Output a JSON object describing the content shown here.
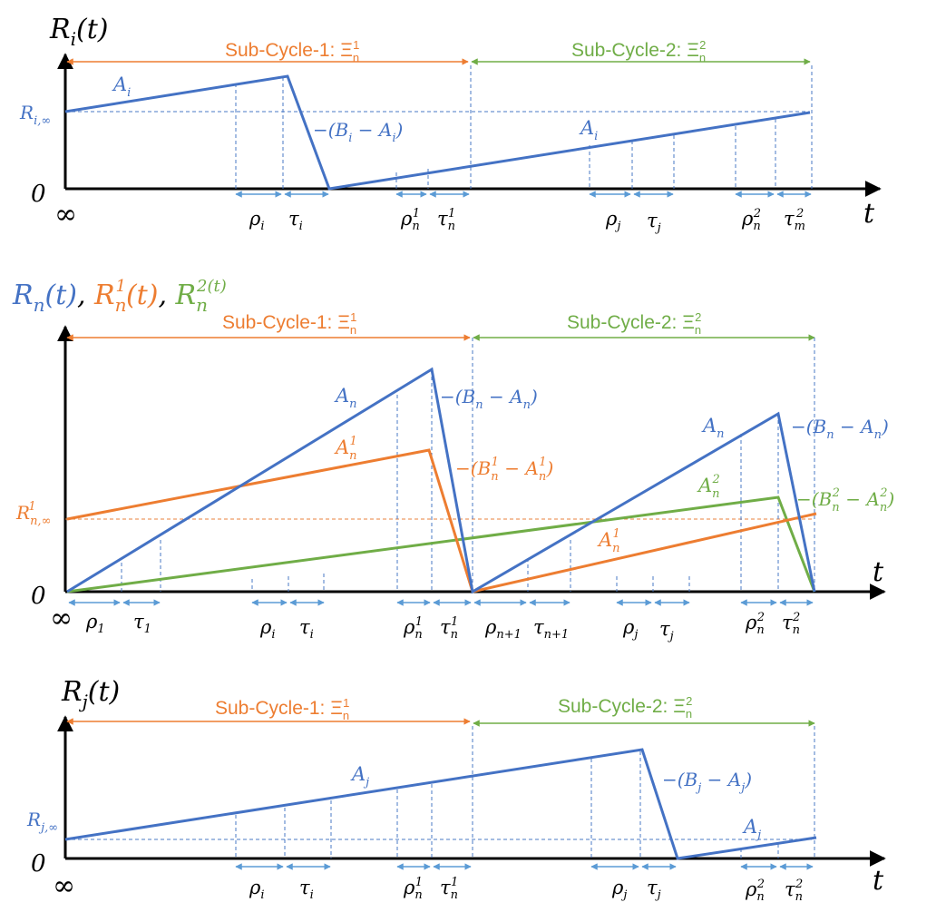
{
  "colors": {
    "blue": "#4472c4",
    "orange": "#ed7d31",
    "green": "#70ad47",
    "black": "#000000"
  },
  "panel1": {
    "ylabel": "R_i(t)",
    "zero": "0",
    "infty": "∞",
    "t": "t",
    "sub1": "Sub-Cycle-1: Ξ",
    "sub2": "Sub-Cycle-2: Ξ",
    "r_inf": "R",
    "A_i_1": "A",
    "A_i_2": "A",
    "slope": "−(B",
    "ticks": [
      "ρ",
      "τ",
      "ρ",
      "τ",
      "ρ",
      "τ",
      "ρ",
      "τ"
    ]
  },
  "panel2": {
    "ylabel": "R",
    "zero": "0",
    "infty": "∞",
    "t": "t",
    "sub1": "Sub-Cycle-1: Ξ",
    "sub2": "Sub-Cycle-2: Ξ",
    "r_inf": "R",
    "labels": [
      "A",
      "A",
      "A",
      "A",
      "A"
    ],
    "slopes": [
      "−(B",
      "−(B",
      "−(B",
      "−(B"
    ],
    "ticks": [
      "ρ",
      "τ",
      "ρ",
      "τ",
      "ρ",
      "τ",
      "ρ",
      "τ",
      "ρ",
      "τ",
      "ρ",
      "τ"
    ]
  },
  "panel3": {
    "ylabel": "R_j(t)",
    "zero": "0",
    "infty": "∞",
    "t": "t",
    "sub1": "Sub-Cycle-1: Ξ",
    "sub2": "Sub-Cycle-2: Ξ",
    "r_inf": "R",
    "slope": "−(B",
    "ticks": [
      "ρ",
      "τ",
      "ρ",
      "τ",
      "ρ",
      "τ",
      "ρ",
      "τ"
    ]
  }
}
